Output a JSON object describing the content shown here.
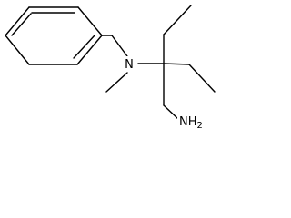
{
  "diagram": {
    "type": "skeletal-structure",
    "labels": {
      "nitrogen": "N",
      "amine": "NH",
      "amine_subscript": "2"
    }
  },
  "colors": {
    "bond": "#000000",
    "label": "#000000",
    "background": "#ffffff"
  }
}
